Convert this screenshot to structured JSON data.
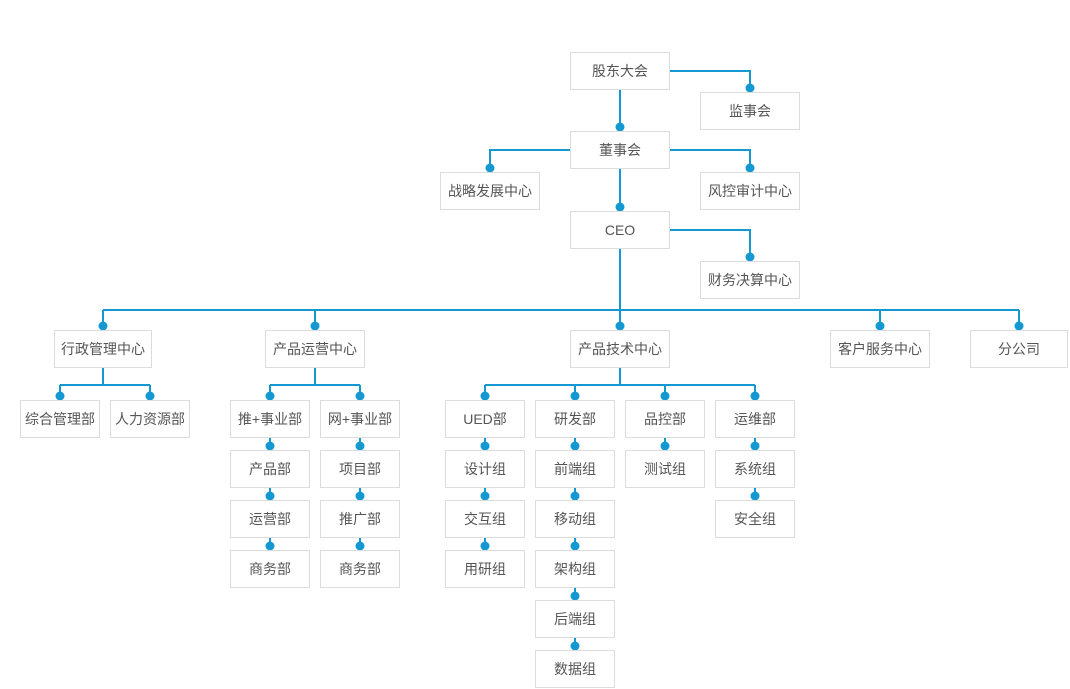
{
  "chart_title": "",
  "colors": {
    "connector": "#1498d2",
    "node-border": "#dcdcdc",
    "node-bg": "#ffffff",
    "node-text": "#555555",
    "page-bg": "#ffffff"
  },
  "nodes": {
    "shareholders_meeting": "股东大会",
    "supervisory_board": "监事会",
    "board_of_directors": "董事会",
    "strategy_center": "战略发展中心",
    "risk_audit_center": "风控审计中心",
    "ceo": "CEO",
    "finance_center": "财务决算中心",
    "admin_center": "行政管理中心",
    "ops_center": "产品运营中心",
    "tech_center": "产品技术中心",
    "service_center": "客户服务中心",
    "branch_company": "分公司",
    "general_admin_dept": "综合管理部",
    "hr_dept": "人力资源部",
    "tui_plus_division": "推+事业部",
    "wang_plus_division": "网+事业部",
    "product_dept": "产品部",
    "operations_dept": "运营部",
    "business_dept_left": "商务部",
    "project_dept": "项目部",
    "promotion_dept": "推广部",
    "business_dept_right": "商务部",
    "ued_dept": "UED部",
    "rd_dept": "研发部",
    "qc_dept": "品控部",
    "om_dept": "运维部",
    "design_group": "设计组",
    "interaction_group": "交互组",
    "user_research_group": "用研组",
    "frontend_group": "前端组",
    "mobile_group": "移动组",
    "architecture_group": "架构组",
    "backend_group": "后端组",
    "data_group": "数据组",
    "testing_group": "测试组",
    "system_group": "系统组",
    "security_group": "安全组"
  },
  "hierarchy": {
    "shareholders_meeting": [
      "supervisory_board",
      "board_of_directors"
    ],
    "board_of_directors": [
      "strategy_center",
      "risk_audit_center",
      "ceo"
    ],
    "ceo": [
      "finance_center",
      "admin_center",
      "ops_center",
      "tech_center",
      "service_center",
      "branch_company"
    ],
    "admin_center": [
      "general_admin_dept",
      "hr_dept"
    ],
    "ops_center": [
      "tui_plus_division",
      "wang_plus_division"
    ],
    "tui_plus_division": [
      "product_dept"
    ],
    "product_dept": [
      "operations_dept"
    ],
    "operations_dept": [
      "business_dept_left"
    ],
    "wang_plus_division": [
      "project_dept"
    ],
    "project_dept": [
      "promotion_dept"
    ],
    "promotion_dept": [
      "business_dept_right"
    ],
    "tech_center": [
      "ued_dept",
      "rd_dept",
      "qc_dept",
      "om_dept"
    ],
    "ued_dept": [
      "design_group"
    ],
    "design_group": [
      "interaction_group"
    ],
    "interaction_group": [
      "user_research_group"
    ],
    "rd_dept": [
      "frontend_group"
    ],
    "frontend_group": [
      "mobile_group"
    ],
    "mobile_group": [
      "architecture_group"
    ],
    "architecture_group": [
      "backend_group"
    ],
    "backend_group": [
      "data_group"
    ],
    "qc_dept": [
      "testing_group"
    ],
    "om_dept": [
      "system_group"
    ],
    "system_group": [
      "security_group"
    ]
  }
}
